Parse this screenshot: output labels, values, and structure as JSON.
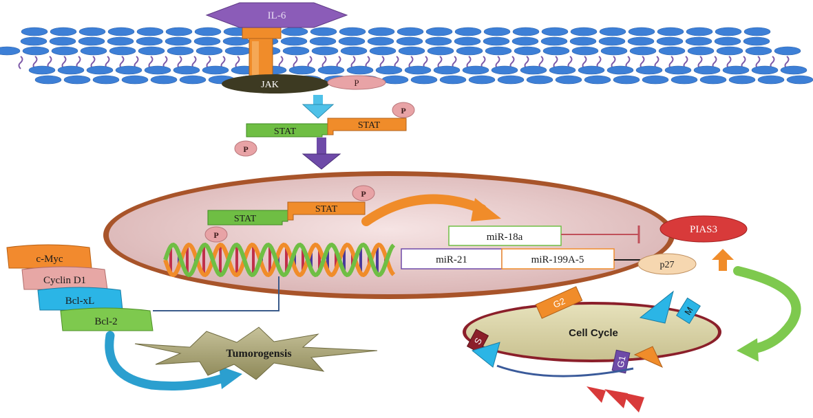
{
  "ligand": "IL-6",
  "kinase": "JAK",
  "phospho": "P",
  "stat": "STAT",
  "mirnas": {
    "mir18a": "miR-18a",
    "mir21": "miR-21",
    "mir199": "miR-199A-5"
  },
  "inhibitor": "PIAS3",
  "cdk_inhibitor": "p27",
  "target_genes": [
    "c-Myc",
    "Cyclin D1",
    "Bcl-xL",
    "Bcl-2"
  ],
  "outcome": "Tumorogensis",
  "cell_cycle": {
    "title": "Cell Cycle",
    "phases": [
      "G2",
      "M",
      "S",
      "G1"
    ]
  },
  "colors": {
    "membrane_head": "#3d7fd6",
    "membrane_tail": "#7d5aa8",
    "receptor": "#f08c2a",
    "stat_green": "#6fbe44",
    "stat_orange": "#f08c2a",
    "phospho_pink": "#e8a3a6",
    "nucleus_fill": "#ecd2d2",
    "nucleus_border": "#a8542a",
    "pias3": "#d83a3a",
    "gene_cmyc": "#f28a2e",
    "gene_cyclin": "#e7a7a5",
    "gene_bclxl": "#2bb5e6",
    "gene_bcl2": "#7ec94e",
    "cell_cycle_fill": "#dcd6a8",
    "cell_cycle_border": "#8b1f2a"
  }
}
